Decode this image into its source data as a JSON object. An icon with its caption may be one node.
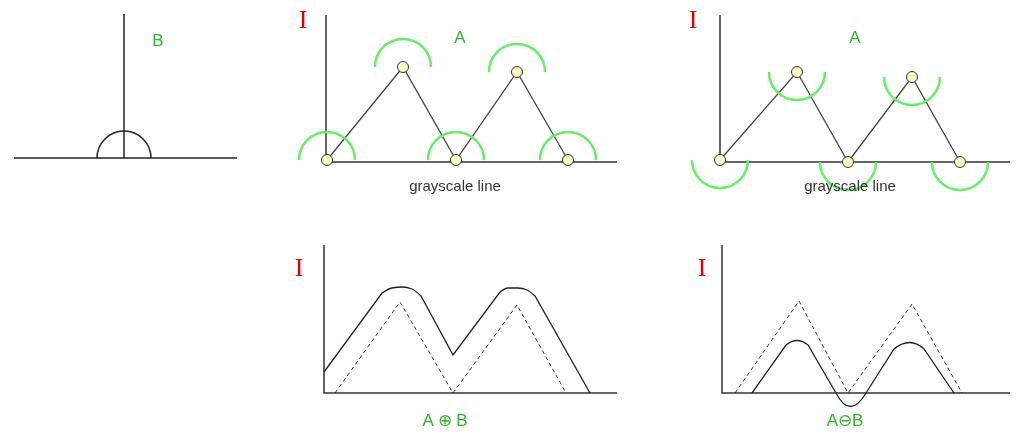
{
  "diagram": {
    "labels": [
      "B",
      "I",
      "A",
      "grayscale line",
      "I",
      "A",
      "grayscale line",
      "I",
      "A ⊕ B",
      "I",
      "A⊖B"
    ]
  }
}
